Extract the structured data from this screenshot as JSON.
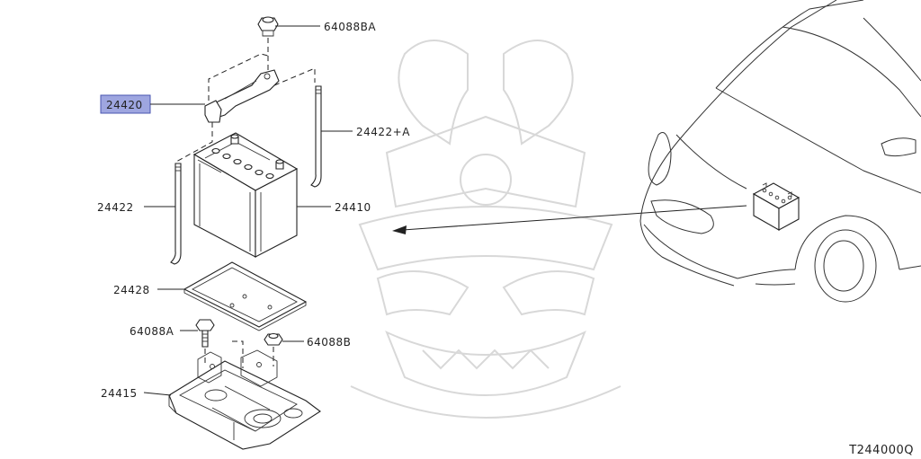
{
  "parts": {
    "nut_top": "64088BA",
    "hold_down_frame": "24420",
    "rod_right": "24422+A",
    "rod_left": "24422",
    "battery": "24410",
    "tray": "24428",
    "bolt": "64088A",
    "nut_lower": "64088B",
    "bracket": "24415"
  },
  "figure_code": "T244000Q",
  "colors": {
    "highlight": "#9ea6e0",
    "highlight_border": "#4a56b0",
    "line": "#222222",
    "watermark": "#d8d8d8"
  }
}
